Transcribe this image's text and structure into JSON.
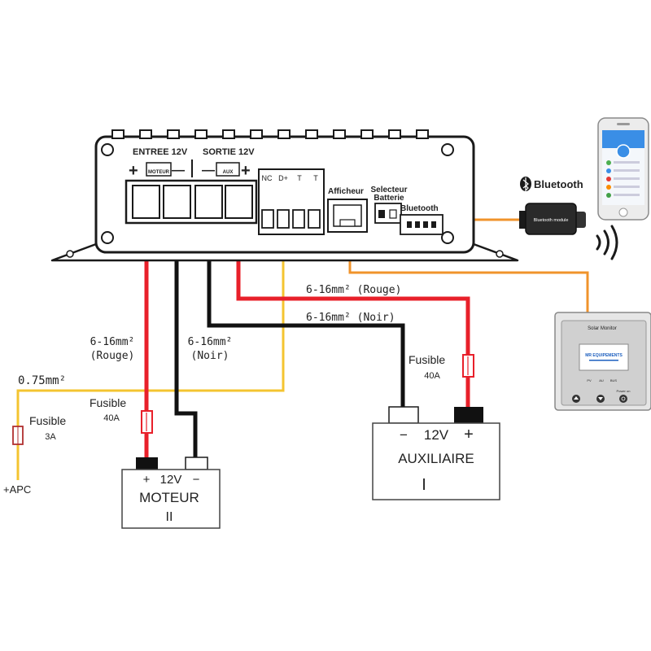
{
  "device": {
    "entree_label": "ENTREE 12V",
    "sortie_label": "SORTIE 12V",
    "plus": "+",
    "minus": "—",
    "moteur_icon_label": "MOTEUR",
    "aux_icon_label": "AUX",
    "terminals": [
      "NC",
      "D+",
      "T",
      "T"
    ],
    "afficheur_label": "Afficheur",
    "selecteur_label_1": "Selecteur",
    "selecteur_label_2": "Batterie",
    "bluetooth_port_label": "Bluetooth"
  },
  "wires": {
    "yellow_size": "0.75mm²",
    "moteur_red": [
      "6-16mm²",
      "(Rouge)"
    ],
    "moteur_black": [
      "6-16mm²",
      "(Noir)"
    ],
    "aux_red": "6-16mm² (Rouge)",
    "aux_black": "6-16mm² (Noir)"
  },
  "fuses": {
    "apc": {
      "label": "Fusible",
      "rating": "3A"
    },
    "moteur": {
      "label": "Fusible",
      "rating": "40A"
    },
    "aux": {
      "label": "Fusible",
      "rating": "40A"
    }
  },
  "apc_label": "+APC",
  "battery_moteur": {
    "plus": "+",
    "voltage": "12V",
    "minus": "−",
    "name": "MOTEUR",
    "numeral": "II"
  },
  "battery_aux": {
    "minus": "−",
    "voltage": "12V",
    "plus": "+",
    "name": "AUXILIAIRE",
    "numeral": "I"
  },
  "bluetooth": {
    "brand": "Bluetooth",
    "module_label": "Bluetooth module"
  },
  "solar_monitor": {
    "title": "Solar Monitor",
    "screen_text": "MR EQUIPEMENTS",
    "indicators": [
      "PV",
      "AU",
      "BUS"
    ],
    "power_label": "Power on"
  },
  "colors": {
    "red": "#e8202a",
    "black": "#111111",
    "yellow": "#f4c430",
    "orange": "#f0932b",
    "device": "#1a1a1a"
  }
}
